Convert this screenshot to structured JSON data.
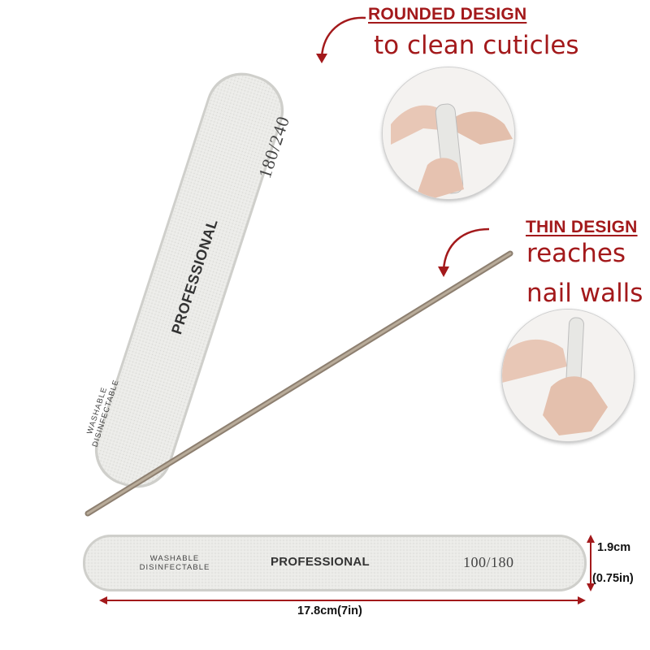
{
  "callouts": {
    "rounded_title": "ROUNDED DESIGN",
    "rounded_text": "to clean cuticles",
    "thin_title": "THIN DESIGN",
    "thin_text_line1": "reaches",
    "thin_text_line2": "nail walls"
  },
  "files": {
    "tall_grit": "180/240",
    "tall_brand": "PROFESSIONAL",
    "tall_washable": "WASHABLE",
    "tall_disinfectable": "DISINFECTABLE",
    "flat_washable": "WASHABLE",
    "flat_disinfectable": "DISINFECTABLE",
    "flat_brand": "PROFESSIONAL",
    "flat_grit": "100/180"
  },
  "dimensions": {
    "width_cm": "1.9cm",
    "width_in": "(0.75in)",
    "length": "17.8cm(7in)"
  },
  "colors": {
    "accent_red": "#a3191b",
    "file_surface": "#e9e9e6",
    "file_edge": "#9c8f80"
  }
}
